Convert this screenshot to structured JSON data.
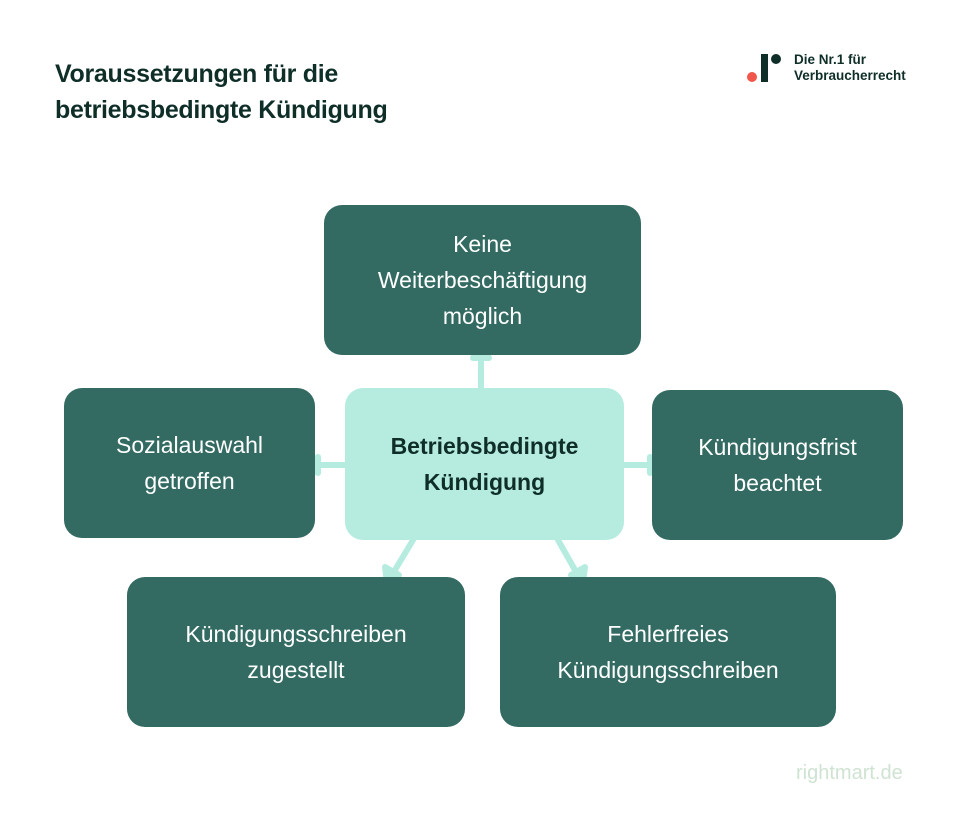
{
  "header": {
    "title_lines": [
      "Voraussetzungen für die",
      "betriebsbedingte Kündigung"
    ]
  },
  "brand": {
    "logo_icon": "rightmart-logo-icon",
    "tagline_lines": [
      "Die Nr.1 für",
      "Verbraucherrecht"
    ],
    "colors": {
      "bar": "#0f2e28",
      "dot_dark": "#0f2e28",
      "dot_accent": "#f0574a"
    }
  },
  "diagram": {
    "center": {
      "lines": [
        "Betriebsbedingte",
        "Kündigung"
      ]
    },
    "nodes": {
      "top": {
        "lines": [
          "Keine",
          "Weiterbeschäftigung",
          "möglich"
        ]
      },
      "left": {
        "lines": [
          "Sozialauswahl",
          "getroffen"
        ]
      },
      "right": {
        "lines": [
          "Kündigungsfrist",
          "beachtet"
        ]
      },
      "bottom_left": {
        "lines": [
          "Kündigungsschreiben",
          "zugestellt"
        ]
      },
      "bottom_right": {
        "lines": [
          "Fehlerfreies",
          "Kündigungsschreiben"
        ]
      }
    },
    "colors": {
      "node": "#336b62",
      "center": "#b6ece0",
      "arrow": "#b6ece0",
      "text_dark": "#0f2e28"
    }
  },
  "footer": {
    "site": "rightmart.de"
  }
}
